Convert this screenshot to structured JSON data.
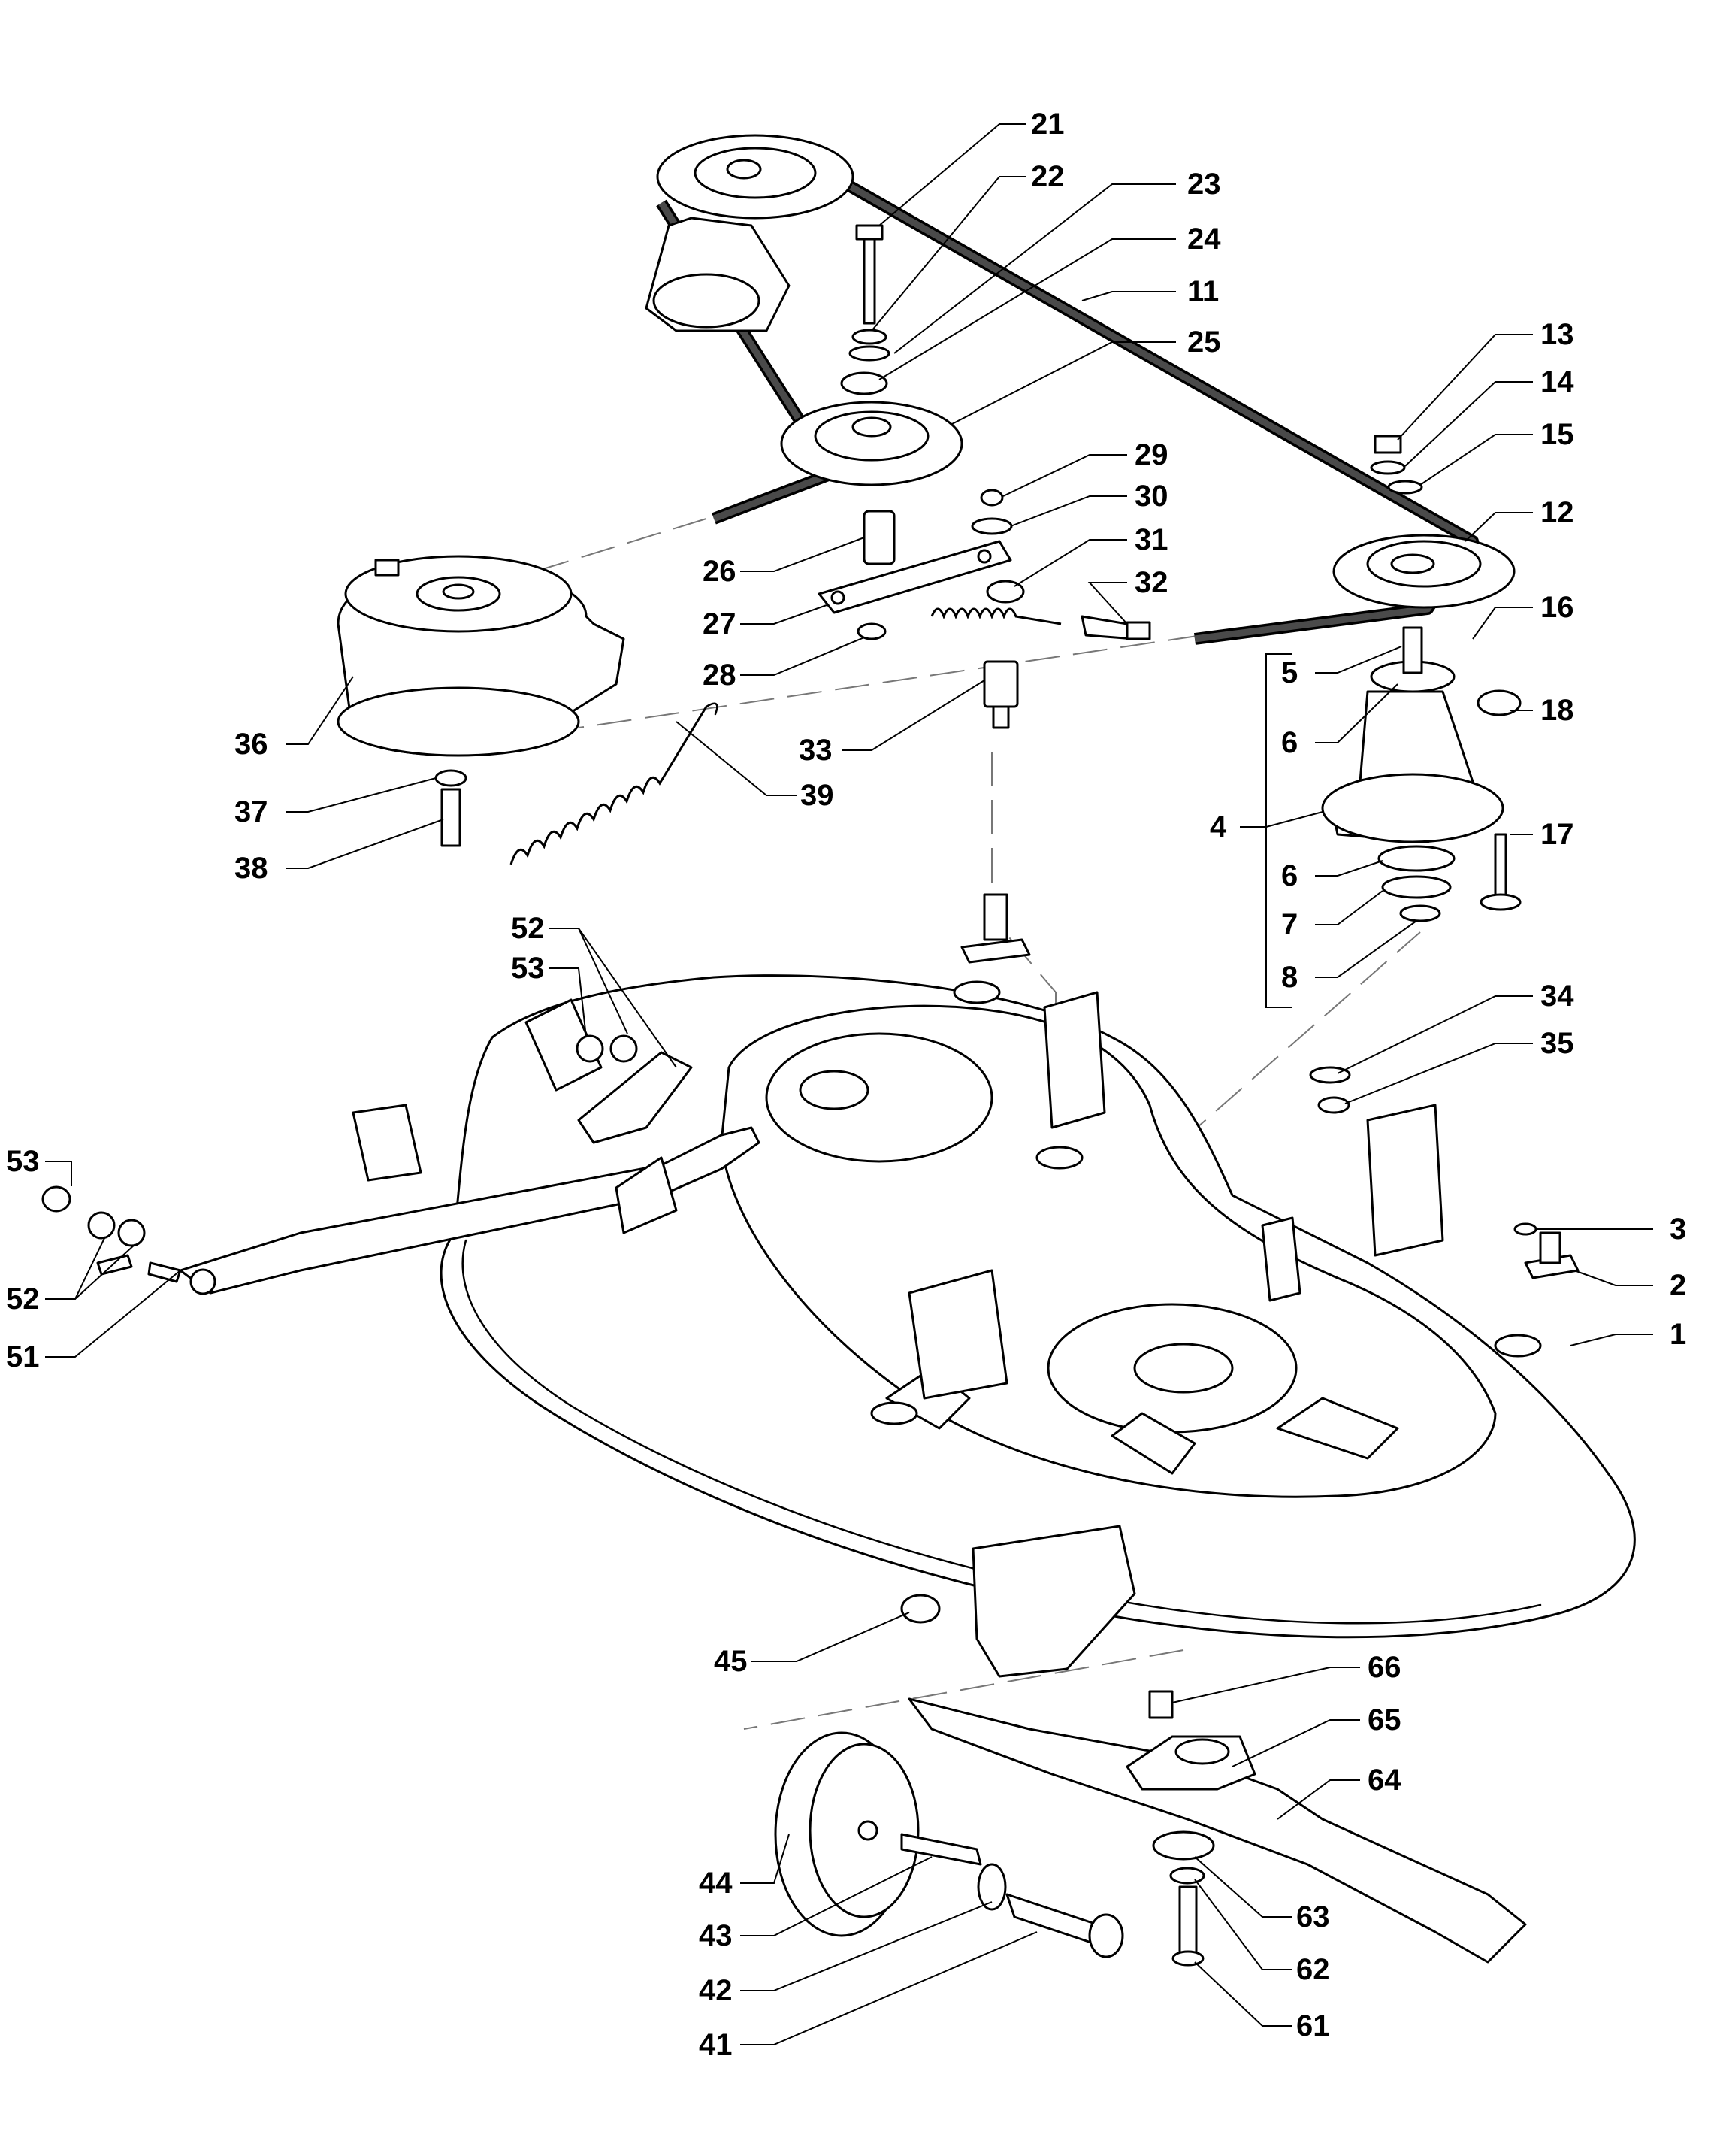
{
  "callouts": [
    {
      "id": "21",
      "label": "21"
    },
    {
      "id": "22",
      "label": "22"
    },
    {
      "id": "23",
      "label": "23"
    },
    {
      "id": "24",
      "label": "24"
    },
    {
      "id": "11",
      "label": "11"
    },
    {
      "id": "25",
      "label": "25"
    },
    {
      "id": "13",
      "label": "13"
    },
    {
      "id": "14",
      "label": "14"
    },
    {
      "id": "15",
      "label": "15"
    },
    {
      "id": "12",
      "label": "12"
    },
    {
      "id": "16",
      "label": "16"
    },
    {
      "id": "18",
      "label": "18"
    },
    {
      "id": "17",
      "label": "17"
    },
    {
      "id": "29",
      "label": "29"
    },
    {
      "id": "30",
      "label": "30"
    },
    {
      "id": "31",
      "label": "31"
    },
    {
      "id": "32",
      "label": "32"
    },
    {
      "id": "26",
      "label": "26"
    },
    {
      "id": "27",
      "label": "27"
    },
    {
      "id": "28",
      "label": "28"
    },
    {
      "id": "33",
      "label": "33"
    },
    {
      "id": "36",
      "label": "36"
    },
    {
      "id": "37",
      "label": "37"
    },
    {
      "id": "38",
      "label": "38"
    },
    {
      "id": "39",
      "label": "39"
    },
    {
      "id": "5",
      "label": "5"
    },
    {
      "id": "6a",
      "label": "6"
    },
    {
      "id": "4",
      "label": "4"
    },
    {
      "id": "6b",
      "label": "6"
    },
    {
      "id": "7",
      "label": "7"
    },
    {
      "id": "8",
      "label": "8"
    },
    {
      "id": "52a",
      "label": "52"
    },
    {
      "id": "53a",
      "label": "53"
    },
    {
      "id": "34",
      "label": "34"
    },
    {
      "id": "35",
      "label": "35"
    },
    {
      "id": "53b",
      "label": "53"
    },
    {
      "id": "52b",
      "label": "52"
    },
    {
      "id": "51",
      "label": "51"
    },
    {
      "id": "3",
      "label": "3"
    },
    {
      "id": "2",
      "label": "2"
    },
    {
      "id": "1",
      "label": "1"
    },
    {
      "id": "45",
      "label": "45"
    },
    {
      "id": "66",
      "label": "66"
    },
    {
      "id": "65",
      "label": "65"
    },
    {
      "id": "64",
      "label": "64"
    },
    {
      "id": "44",
      "label": "44"
    },
    {
      "id": "43",
      "label": "43"
    },
    {
      "id": "42",
      "label": "42"
    },
    {
      "id": "41",
      "label": "41"
    },
    {
      "id": "63",
      "label": "63"
    },
    {
      "id": "62",
      "label": "62"
    },
    {
      "id": "61",
      "label": "61"
    }
  ]
}
